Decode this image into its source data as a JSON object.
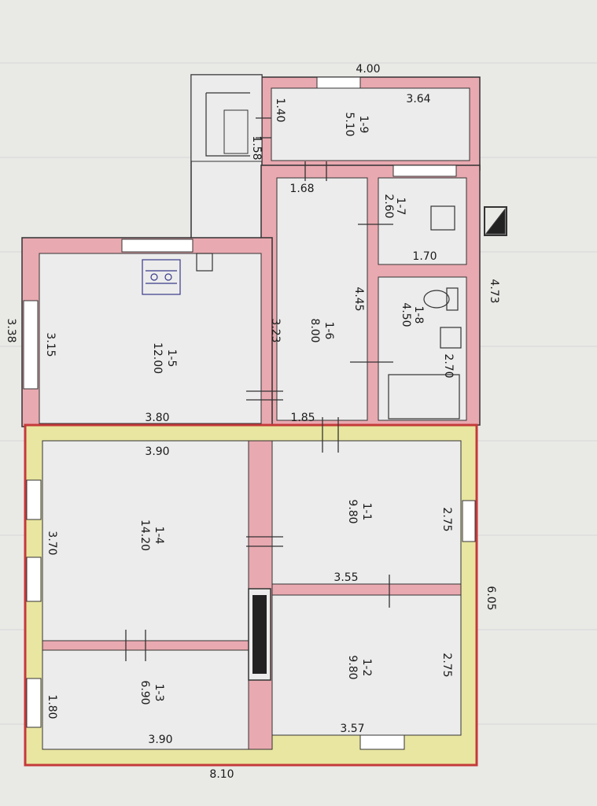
{
  "colors": {
    "wall_pink": "#e9a9b0",
    "wall_yellow": "#e8e6a0",
    "wall_line": "#333333",
    "accent_red": "#c43a3a",
    "paper": "#e9e9e6"
  },
  "plan": {
    "outer_dims": {
      "top_width": "4.00",
      "right_upper": "4.73",
      "right_lower": "6.05",
      "left_side": "3.38",
      "bottom": "8.10"
    },
    "rooms": [
      {
        "id": "1-1",
        "area": "9.80",
        "dim_a": "2.75"
      },
      {
        "id": "1-2",
        "area": "9.80",
        "dim_a": "2.75",
        "dim_b": "3.57"
      },
      {
        "id": "1-3",
        "area": "6.90",
        "dim_a": "1.80",
        "dim_b": "3.90"
      },
      {
        "id": "1-4",
        "area": "14.20",
        "dim_a": "3.70",
        "dim_b": "3.90"
      },
      {
        "id": "1-5",
        "area": "12.00",
        "dim_a": "3.15",
        "dim_b": "3.80"
      },
      {
        "id": "1-6",
        "area": "8.00",
        "dim_a": "3.23",
        "dim_b": "4.45"
      },
      {
        "id": "1-7",
        "area": "2.60",
        "dim_a": "1.70"
      },
      {
        "id": "1-8",
        "area": "4.50",
        "dim_a": "2.70"
      },
      {
        "id": "1-9",
        "area": "5.10",
        "dim_a": "3.64"
      }
    ],
    "inner_dims": {
      "d_1_40": "1.40",
      "d_1_58": "1.58",
      "d_1_68": "1.68",
      "d_1_85": "1.85",
      "d_3_55": "3.55"
    }
  }
}
